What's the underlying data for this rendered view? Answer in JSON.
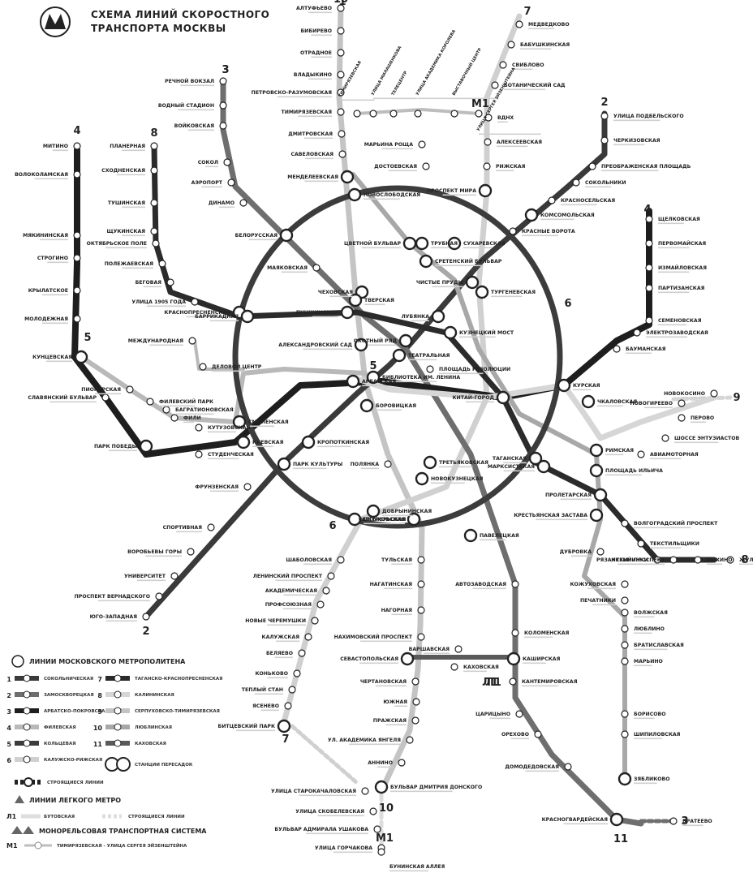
{
  "title": {
    "line1": "СХЕМА ЛИНИЙ СКОРОСТНОГО",
    "line2": "ТРАНСПОРТА МОСКВЫ"
  },
  "colors": {
    "l1": "#3a3a3a",
    "l2": "#6e6e6e",
    "l3": "#1e1e1e",
    "l4": "#b9b9b9",
    "l5": "#3c3c3c",
    "l6": "#d0d0d0",
    "l7": "#2b2b2b",
    "l8": "#d6d6d6",
    "l9": "#c4c4c4",
    "l10": "#a8a8a8",
    "l11": "#5a5a5a",
    "light": "#dddddd",
    "mono": "#bdbdbd"
  },
  "line_numbers": [
    "1",
    "2",
    "3",
    "4",
    "5",
    "6",
    "7",
    "8",
    "9",
    "10",
    "11",
    "Л1",
    "М1"
  ],
  "legend": {
    "metro_caption": "ЛИНИИ МОСКОВСКОГО МЕТРОПОЛИТЕНА",
    "lines": [
      {
        "n": "1",
        "name": "СОКОЛЬНИЧЕСКАЯ"
      },
      {
        "n": "2",
        "name": "ЗАМОСКВОРЕЦКАЯ"
      },
      {
        "n": "3",
        "name": "АРБАТСКО-ПОКРОВСКАЯ"
      },
      {
        "n": "4",
        "name": "ФИЛЕВСКАЯ"
      },
      {
        "n": "5",
        "name": "КОЛЬЦЕВАЯ"
      },
      {
        "n": "6",
        "name": "КАЛУЖСКО-РИЖСКАЯ"
      },
      {
        "n": "7",
        "name": "ТАГАНСКО-КРАСНОПРЕСНЕНСКАЯ"
      },
      {
        "n": "8",
        "name": "КАЛИНИНСКАЯ"
      },
      {
        "n": "9",
        "name": "СЕРПУХОВСКО-ТИМИРЯЗЕВСКАЯ"
      },
      {
        "n": "10",
        "name": "ЛЮБЛИНСКАЯ"
      },
      {
        "n": "11",
        "name": "КАХОВСКАЯ"
      }
    ],
    "transfer": "СТАНЦИИ ПЕРЕСАДОК",
    "building": "СТРОЯЩИЕСЯ ЛИНИИ",
    "light_caption": "ЛИНИИ ЛЕГКОГО МЕТРО",
    "light_line": "БУТОВСКАЯ",
    "light_building": "СТРОЯЩИЕСЯ ЛИНИИ",
    "mono_caption": "МОНОРЕЛЬСОВАЯ ТРАНСПОРТНАЯ СИСТЕМА",
    "mono_line": "ТИМИРЯЗЕВСКАЯ - УЛИЦА СЕРГЕЯ ЭЙЗЕНШТЕЙНА"
  },
  "stations": {
    "s001": "АЛТУФЬЕВО",
    "s002": "БИБИРЕВО",
    "s003": "ОТРАДНОЕ",
    "s004": "ВЛАДЫКИНО",
    "s005": "ПЕТРОВСКО-РАЗУМОВСКАЯ",
    "s006": "ТИМИРЯЗЕВСКАЯ",
    "s007": "ДМИТРОВСКАЯ",
    "s008": "САВЕЛОВСКАЯ",
    "s009": "МЕНДЕЛЕЕВСКАЯ",
    "s010": "НОВОСЛОБОДСКАЯ",
    "s011": "ЦВЕТНОЙ БУЛЬВАР",
    "s012": "ЧЕХОВСКАЯ",
    "s013": "БОРОВИЦКАЯ",
    "s014": "ПОЛЯНКА",
    "s015": "СЕРПУХОВСКАЯ",
    "s016": "ТУЛЬСКАЯ",
    "s017": "НАГАТИНСКАЯ",
    "s018": "НАГОРНАЯ",
    "s019": "НАХИМОВСКИЙ ПРОСПЕКТ",
    "s020": "СЕВАСТОПОЛЬСКАЯ",
    "s021": "ЧЕРТАНОВСКАЯ",
    "s022": "ЮЖНАЯ",
    "s023": "ПРАЖСКАЯ",
    "s024": "УЛ. АКАДЕМИКА ЯНГЕЛЯ",
    "s025": "АННИНО",
    "s026": "БУЛЬВАР ДМИТРИЯ ДОНСКОГО",
    "s030": "МЕДВЕДКОВО",
    "s031": "БАБУШКИНСКАЯ",
    "s032": "СВИБЛОВО",
    "s033": "БОТАНИЧЕСКИЙ САД",
    "s034": "ВДНХ",
    "s035": "АЛЕКСЕЕВСКАЯ",
    "s036": "РИЖСКАЯ",
    "s037": "ПРОСПЕКТ МИРА",
    "s038": "СУХАРЕВСКАЯ",
    "s039": "ТУРГЕНЕВСКАЯ",
    "s040": "КИТАЙ-ГОРОД",
    "s041": "ТРЕТЬЯКОВСКАЯ",
    "s042": "ОКТЯБРЬСКАЯ",
    "s043": "ШАБОЛОВСКАЯ",
    "s044": "ЛЕНИНСКИЙ ПРОСПЕКТ",
    "s045": "АКАДЕМИЧЕСКАЯ",
    "s046": "ПРОФСОЮЗНАЯ",
    "s047": "НОВЫЕ ЧЕРЕМУШКИ",
    "s048": "КАЛУЖСКАЯ",
    "s049": "БЕЛЯЕВО",
    "s050": "КОНЬКОВО",
    "s051": "ТЕПЛЫЙ СТАН",
    "s052": "ЯСЕНЕВО",
    "s053": "БИТЦЕВСКИЙ ПАРК",
    "s060": "УЛИЦА ПОДБЕЛЬСКОГО",
    "s061": "ЧЕРКИЗОВСКАЯ",
    "s062": "ПРЕОБРАЖЕНСКАЯ ПЛОЩАДЬ",
    "s063": "СОКОЛЬНИКИ",
    "s064": "КРАСНОСЕЛЬСКАЯ",
    "s065": "КОМСОМОЛЬСКАЯ",
    "s066": "КРАСНЫЕ ВОРОТА",
    "s067": "ЧИСТЫЕ ПРУДЫ",
    "s068": "ЛУБЯНКА",
    "s069": "ОХОТНЫЙ РЯД",
    "s070": "БИБЛИОТЕКА ИМ. ЛЕНИНА",
    "s071": "КРОПОТКИНСКАЯ",
    "s072": "ПАРК КУЛЬТУРЫ",
    "s073": "ФРУНЗЕНСКАЯ",
    "s074": "СПОРТИВНАЯ",
    "s075": "ВОРОБЬЕВЫ ГОРЫ",
    "s076": "УНИВЕРСИТЕТ",
    "s077": "ПРОСПЕКТ ВЕРНАДСКОГО",
    "s078": "ЮГО-ЗАПАДНАЯ",
    "s080": "РЕЧНОЙ ВОКЗАЛ",
    "s081": "ВОДНЫЙ СТАДИОН",
    "s082": "ВОЙКОВСКАЯ",
    "s083": "СОКОЛ",
    "s084": "АЭРОПОРТ",
    "s085": "ДИНАМО",
    "s086": "БЕЛОРУССКАЯ",
    "s087": "МАЯКОВСКАЯ",
    "s088": "ТВЕРСКАЯ",
    "s089": "ТЕАТРАЛЬНАЯ",
    "s090": "НОВОКУЗНЕЦКАЯ",
    "s091": "ПАВЕЛЕЦКАЯ",
    "s092": "АВТОЗАВОДСКАЯ",
    "s093": "КОЛОМЕНСКАЯ",
    "s094": "КАШИРСКАЯ",
    "s095": "КАНТЕМИРОВСКАЯ",
    "s096": "ЦАРИЦЫНО",
    "s097": "ОРЕХОВО",
    "s098": "ДОМОДЕДОВСКАЯ",
    "s099": "КРАСНОГВАРДЕЙСКАЯ",
    "s100": "МИТИНО",
    "s101": "ВОЛОКОЛАМСКАЯ",
    "s102": "МЯКИНИНСКАЯ",
    "s103": "СТРОГИНО",
    "s104": "КРЫЛАТСКОЕ",
    "s105": "МОЛОДЕЖНАЯ",
    "s106": "КУНЦЕВСКАЯ",
    "s107": "СЛАВЯНСКИЙ БУЛЬВАР",
    "s108": "ПАРК ПОБЕДЫ",
    "s109": "КИЕВСКАЯ",
    "s110": "СМОЛЕНСКАЯ",
    "s111": "АРБАТСКАЯ",
    "s112": "ПЛОЩАДЬ РЕВОЛЮЦИИ",
    "s113": "КУРСКАЯ",
    "s114": "БАУМАНСКАЯ",
    "s115": "ЭЛЕКТРОЗАВОДСКАЯ",
    "s116": "СЕМЕНОВСКАЯ",
    "s117": "ПАРТИЗАНСКАЯ",
    "s118": "ИЗМАЙЛОВСКАЯ",
    "s119": "ПЕРВОМАЙСКАЯ",
    "s120": "ЩЕЛКОВСКАЯ",
    "s130": "ПИОНЕРСКАЯ",
    "s131": "ФИЛЕВСКИЙ ПАРК",
    "s132": "БАГРАТИОНОВСКАЯ",
    "s133": "ФИЛИ",
    "s134": "КУТУЗОВСКАЯ",
    "s135": "СТУДЕНЧЕСКАЯ",
    "s136": "МЕЖДУНАРОДНАЯ",
    "s137": "ДЕЛОВОЙ ЦЕНТР",
    "s138": "АЛЕКСАНДРОВСКИЙ САД",
    "s140": "КРАСНОПРЕСНЕНСКАЯ",
    "s141": "ДОБРЫНИНСКАЯ",
    "s142": "ТАГАНСКАЯ",
    "s150": "ПЛАНЕРНАЯ",
    "s151": "СХОДНЕНСКАЯ",
    "s152": "ТУШИНСКАЯ",
    "s153": "ЩУКИНСКАЯ",
    "s154": "ОКТЯБРЬСКОЕ ПОЛЕ",
    "s155": "ПОЛЕЖАЕВСКАЯ",
    "s156": "БЕГОВАЯ",
    "s157": "УЛИЦА 1905 ГОДА",
    "s158": "БАРРИКАДНАЯ",
    "s159": "ПУШКИНСКАЯ",
    "s160": "КУЗНЕЦКИЙ МОСТ",
    "s161": "МАРКСИСТСКАЯ",
    "s162": "ПРОЛЕТАРСКАЯ",
    "s163": "ВОЛГОГРАДСКИЙ ПРОСПЕКТ",
    "s164": "ТЕКСТИЛЬЩИКИ",
    "s165": "КУЗЬМИНКИ",
    "s166": "РЯЗАНСКИЙ ПРОСПЕКТ",
    "s167": "ВЫХИНО",
    "s168": "ЖУЛЕБИНО",
    "s170": "НОВОКОСИНО",
    "s171": "НОВОГИРЕЕВО",
    "s172": "ПЕРОВО",
    "s173": "ШОССЕ ЭНТУЗИАСТОВ",
    "s174": "АВИАМОТОРНАЯ",
    "s175": "ПЛОЩАДЬ ИЛЬИЧА",
    "s180": "МАРЬИНА РОЩА",
    "s181": "ДОСТОЕВСКАЯ",
    "s182": "ТРУБНАЯ",
    "s183": "СРЕТЕНСКИЙ БУЛЬВАР",
    "s184": "ЧКАЛОВСКАЯ",
    "s185": "РИМСКАЯ",
    "s186": "КРЕСТЬЯНСКАЯ ЗАСТАВА",
    "s187": "ДУБРОВКА",
    "s188": "КОЖУХОВСКАЯ",
    "s189": "ПЕЧАТНИКИ",
    "s190": "ВОЛЖСКАЯ",
    "s191": "ЛЮБЛИНО",
    "s192": "БРАТИСЛАВСКАЯ",
    "s193": "МАРЬИНО",
    "s194": "БОРИСОВО",
    "s195": "ШИПИЛОВСКАЯ",
    "s196": "ЗЯБЛИКОВО",
    "s197": "БРАТЕЕВО",
    "s200": "ВАРШАВСКАЯ",
    "s201": "КАХОВСКАЯ",
    "s210": "УЛИЦА СТАРОКАЧАЛОВСКАЯ",
    "s211": "УЛИЦА СКОБЕЛЕВСКАЯ",
    "s212": "БУЛЬВАР АДМИРАЛА УШАКОВА",
    "s213": "УЛИЦА ГОРЧАКОВА",
    "s214": "БУНИНСКАЯ АЛЛЕЯ",
    "s220": "ТИМИРЯЗЕВСКАЯ",
    "s221": "УЛИЦА МИЛАШЕНКОВА",
    "s222": "ТЕЛЕЦЕНТР",
    "s223": "УЛИЦА АКАДЕМИКА КОРОЛЕВА",
    "s224": "ВЫСТАВОЧНЫЙ ЦЕНТР",
    "s225": "УЛИЦА СЕРГЕЯ ЭЙЗЕНШТЕЙНА"
  }
}
